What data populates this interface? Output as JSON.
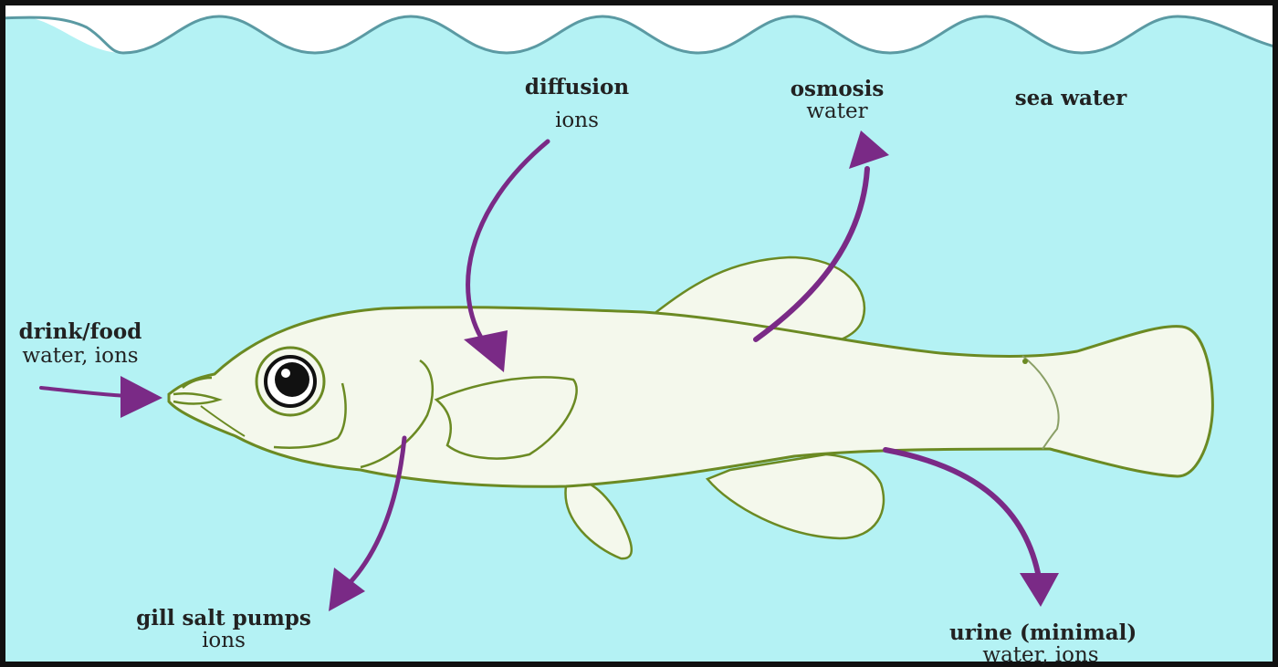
{
  "colors": {
    "background": "#b4f2f4",
    "waterline": "#5b9aa3",
    "fish_fill": "#f4f8ec",
    "fish_outline": "#6b8a23",
    "arrow": "#7a2a86",
    "border": "#111111"
  },
  "icons": [
    "fish-icon",
    "eye-icon"
  ],
  "labels": {
    "diffusion": {
      "title": "diffusion",
      "sub": "ions"
    },
    "osmosis": {
      "title": "osmosis",
      "sub": "water"
    },
    "sea_water": {
      "title": "sea water"
    },
    "drink_food": {
      "title": "drink/food",
      "sub": "water, ions"
    },
    "gill_salt_pumps": {
      "title": "gill salt pumps",
      "sub": "ions"
    },
    "urine": {
      "title": "urine (minimal)",
      "sub": "water, ions"
    }
  }
}
